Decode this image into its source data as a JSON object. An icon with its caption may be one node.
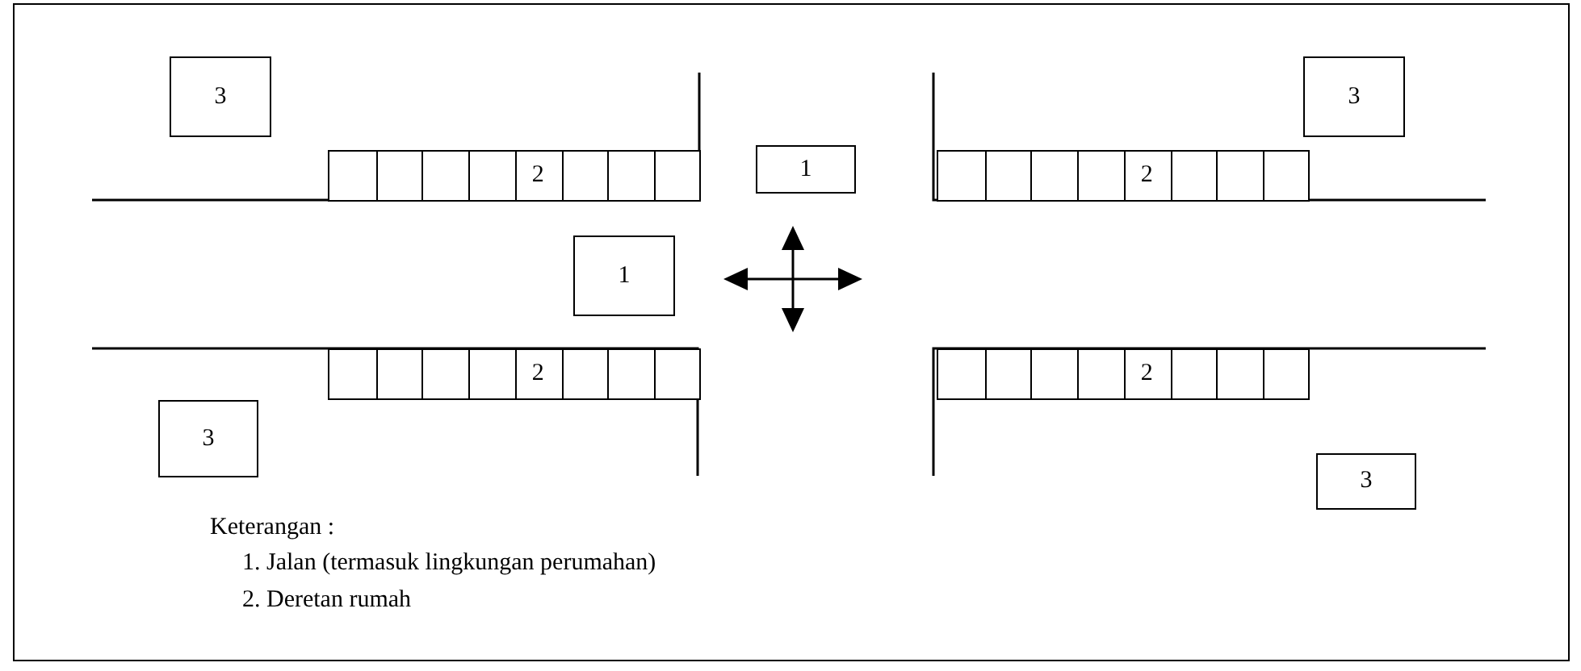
{
  "diagram": {
    "nodes": [
      {
        "text": [
          "3"
        ]
      },
      {
        "text": [
          "3"
        ]
      },
      {
        "text": [
          "2"
        ]
      },
      {
        "text": [
          "1"
        ]
      },
      {
        "text": [
          "2"
        ]
      },
      {
        "text": [
          "1"
        ]
      },
      {
        "text": [
          "2"
        ]
      },
      {
        "text": [
          "2"
        ]
      },
      {
        "text": [
          "3"
        ]
      },
      {
        "text": [
          "3"
        ]
      }
    ],
    "edges": [],
    "labels": [
      "Keterangan :",
      "1. Jalan (termasuk lingkungan perumahan)",
      "2. Deretan rumah"
    ]
  }
}
